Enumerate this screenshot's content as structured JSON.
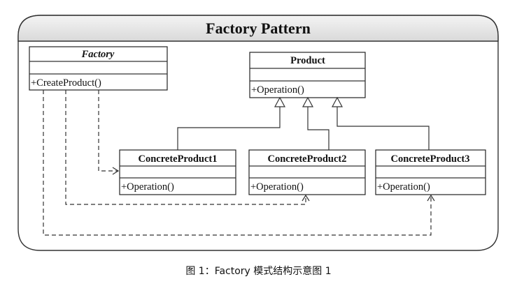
{
  "title": "Factory Pattern",
  "classes": {
    "factory": {
      "name": "Factory",
      "op": "+CreateProduct()"
    },
    "product": {
      "name": "Product",
      "op": "+Operation()"
    },
    "concrete1": {
      "name": "ConcreteProduct1",
      "op": "+Operation()"
    },
    "concrete2": {
      "name": "ConcreteProduct2",
      "op": "+Operation()"
    },
    "concrete3": {
      "name": "ConcreteProduct3",
      "op": "+Operation()"
    }
  },
  "caption": "图 1：Factory 模式结构示意图 1"
}
